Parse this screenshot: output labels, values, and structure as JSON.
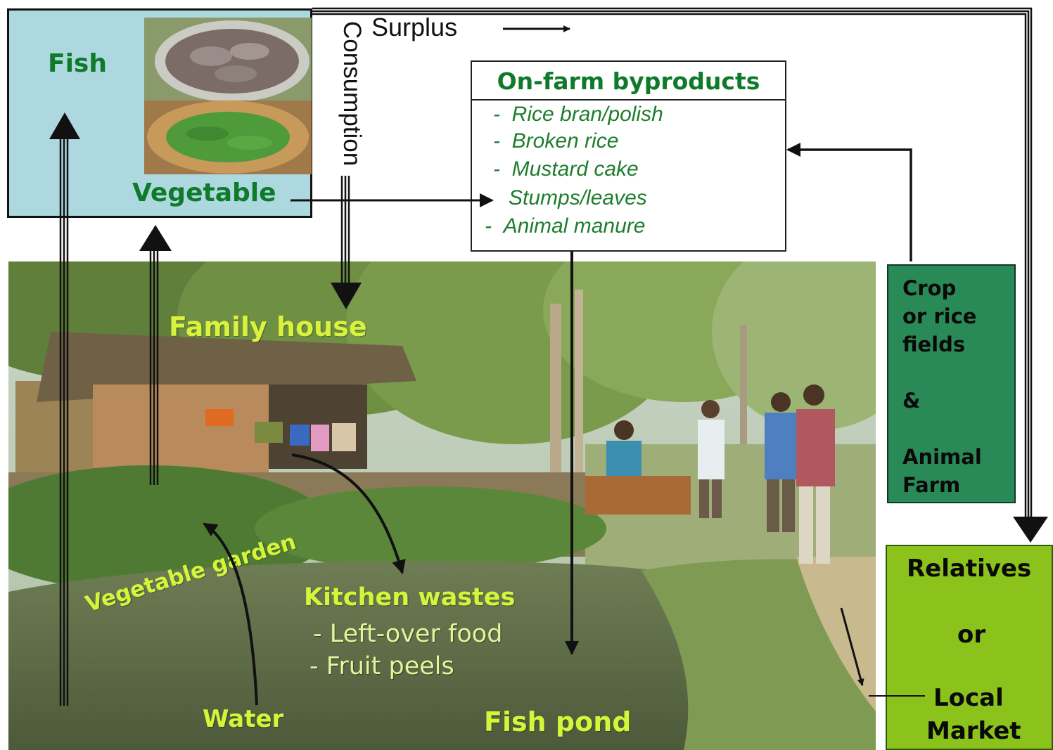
{
  "diagram": {
    "products": {
      "fish_label": "Fish",
      "vegetable_label": "Vegetable"
    },
    "flows": {
      "consumption_label": "Consumption",
      "surplus_label": "Surplus"
    },
    "byproducts": {
      "title": "On-farm byproducts",
      "items": [
        {
          "dash": "-",
          "text": "Rice bran/polish"
        },
        {
          "dash": "-",
          "text": "Broken rice"
        },
        {
          "dash": "-",
          "text": "Mustard cake"
        },
        {
          "dash": "",
          "text": "Stumps/leaves"
        },
        {
          "dash": "-",
          "text": "Animal manure"
        }
      ]
    },
    "scene": {
      "family_house": "Family house",
      "vegetable_garden": "Vegetable garden",
      "kitchen_wastes": "Kitchen wastes",
      "kitchen_items": [
        "- Left-over food",
        "- Fruit peels"
      ],
      "water": "Water",
      "fish_pond": "Fish pond"
    },
    "crop_farm": {
      "line1": "Crop",
      "line2": "or rice",
      "line3": "fields",
      "line4": "&",
      "line5": "Animal",
      "line6": "Farm"
    },
    "market": {
      "line1": "Relatives",
      "line2": "or",
      "line3": "Local",
      "line4": "Market"
    }
  },
  "colors": {
    "product_box_bg": "#add8e0",
    "label_green": "#0e7a2a",
    "label_yellow": "#d4f53a",
    "crop_box_bg": "#2a8a57",
    "market_box_bg": "#8cc21c"
  }
}
